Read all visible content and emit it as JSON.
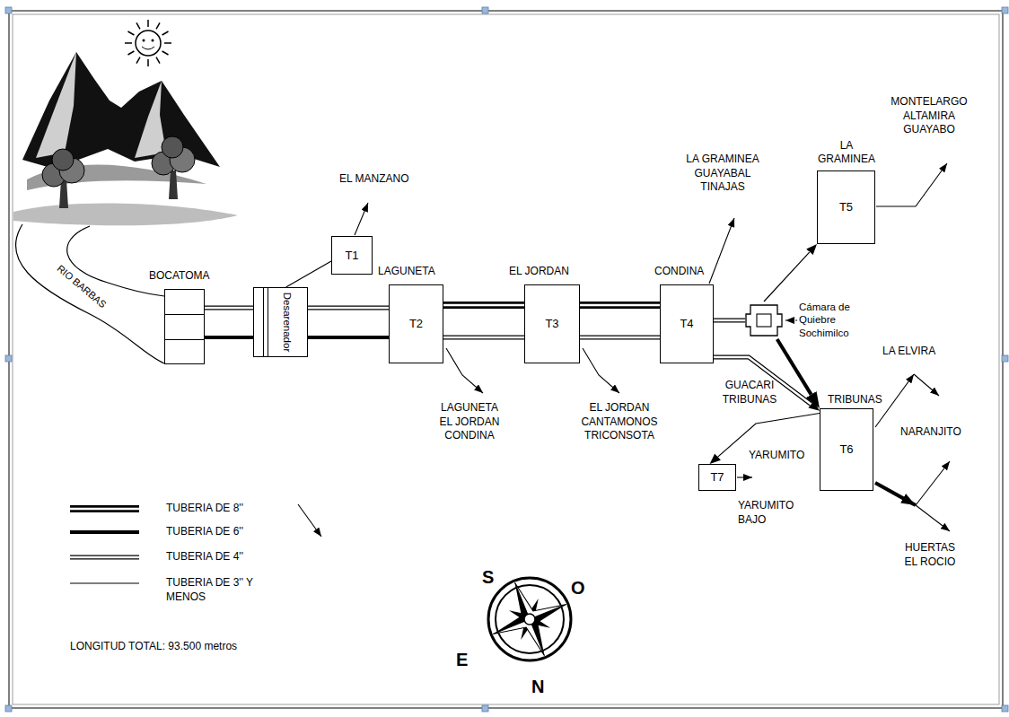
{
  "diagram": {
    "nodes": [
      {
        "text": [
          "BOCATOMA"
        ]
      },
      {
        "text": [
          "Desarenador"
        ]
      },
      {
        "text": [
          "T1"
        ]
      },
      {
        "text": [
          "LAGUNETA",
          "T2"
        ]
      },
      {
        "text": [
          "EL JORDAN",
          "T3"
        ]
      },
      {
        "text": [
          "CONDINA",
          "T4"
        ]
      },
      {
        "text": [
          "Cámara de Quiebre Sochimilco"
        ]
      },
      {
        "text": [
          "LA GRAMINEA",
          "T5"
        ]
      },
      {
        "text": [
          "TRIBUNAS",
          "T6"
        ]
      },
      {
        "text": [
          "T7"
        ]
      }
    ],
    "edges": [
      {
        "from": 0,
        "to": 1,
        "arrow": "none"
      },
      {
        "from": 1,
        "to": 2,
        "arrow": "none"
      },
      {
        "from": 1,
        "to": 3,
        "arrow": "none"
      },
      {
        "from": 3,
        "to": 4,
        "arrow": "none"
      },
      {
        "from": 4,
        "to": 5,
        "arrow": "none"
      },
      {
        "from": 5,
        "to": 6,
        "arrow": "none"
      },
      {
        "from": 6,
        "to": 7,
        "arrow": "to"
      },
      {
        "from": 6,
        "to": 8,
        "arrow": "to"
      },
      {
        "from": 5,
        "to": 8,
        "arrow": "to"
      },
      {
        "from": 8,
        "to": 9,
        "arrow": "to"
      }
    ],
    "labels": [
      "RIO BARBAS",
      "EL MANZANO",
      "LAGUNETA EL JORDAN CONDINA",
      "EL JORDAN CANTAMONOS TRICONSOTA",
      "LA GRAMINEA GUAYABAL TINAJAS",
      "MONTELARGO ALTAMIRA GUAYABO",
      "GUACARI TRIBUNAS",
      "YARUMITO",
      "LA ELVIRA",
      "NARANJITO",
      "YARUMITO BAJO",
      "HUERTAS EL ROCIO",
      "S",
      "O",
      "E",
      "N",
      "LONGITUD TOTAL: 93.500 metros"
    ],
    "legend": [
      {
        "text": "TUBERIA DE 8''"
      },
      {
        "text": "TUBERIA DE 6''"
      },
      {
        "text": "TUBERIA DE 4''"
      },
      {
        "text": "TUBERIA DE 3'' Y MENOS"
      }
    ]
  }
}
